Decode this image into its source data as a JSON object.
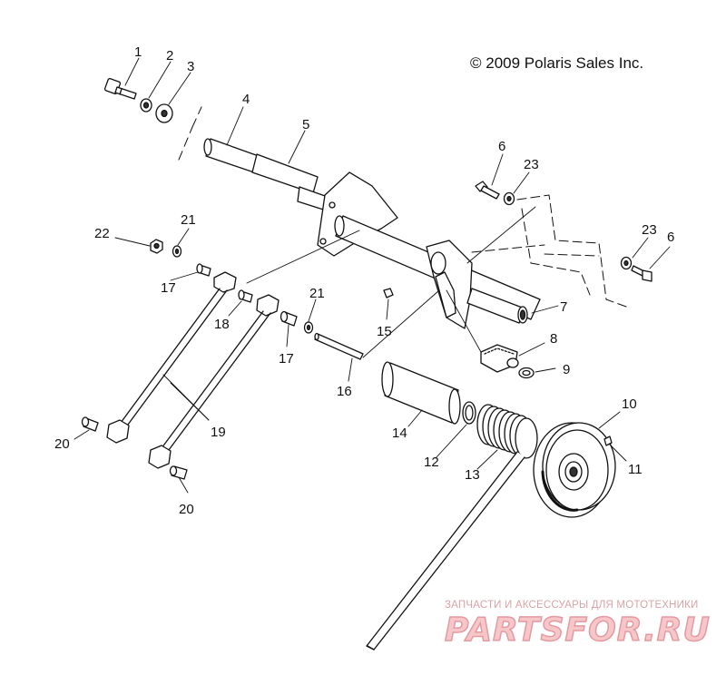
{
  "copyright": "© 2009 Polaris Sales Inc.",
  "watermark": {
    "tagline": "ЗАПЧАСТИ И АКСЕССУАРЫ ДЛЯ МОТОТЕХНИКИ",
    "logo": "PARTSFOR.RU",
    "color": "#e49aa0"
  },
  "callouts": [
    {
      "id": "c1",
      "label": "1"
    },
    {
      "id": "c2",
      "label": "2"
    },
    {
      "id": "c3",
      "label": "3"
    },
    {
      "id": "c4",
      "label": "4"
    },
    {
      "id": "c5",
      "label": "5"
    },
    {
      "id": "c6a",
      "label": "6"
    },
    {
      "id": "c6b",
      "label": "6"
    },
    {
      "id": "c7",
      "label": "7"
    },
    {
      "id": "c8",
      "label": "8"
    },
    {
      "id": "c9",
      "label": "9"
    },
    {
      "id": "c10",
      "label": "10"
    },
    {
      "id": "c11",
      "label": "11"
    },
    {
      "id": "c12",
      "label": "12"
    },
    {
      "id": "c13",
      "label": "13"
    },
    {
      "id": "c14",
      "label": "14"
    },
    {
      "id": "c15",
      "label": "15"
    },
    {
      "id": "c16",
      "label": "16"
    },
    {
      "id": "c17a",
      "label": "17"
    },
    {
      "id": "c17b",
      "label": "17"
    },
    {
      "id": "c18",
      "label": "18"
    },
    {
      "id": "c19",
      "label": "19"
    },
    {
      "id": "c20a",
      "label": "20"
    },
    {
      "id": "c20b",
      "label": "20"
    },
    {
      "id": "c21a",
      "label": "21"
    },
    {
      "id": "c21b",
      "label": "21"
    },
    {
      "id": "c22",
      "label": "22"
    },
    {
      "id": "c23a",
      "label": "23"
    },
    {
      "id": "c23b",
      "label": "23"
    }
  ]
}
